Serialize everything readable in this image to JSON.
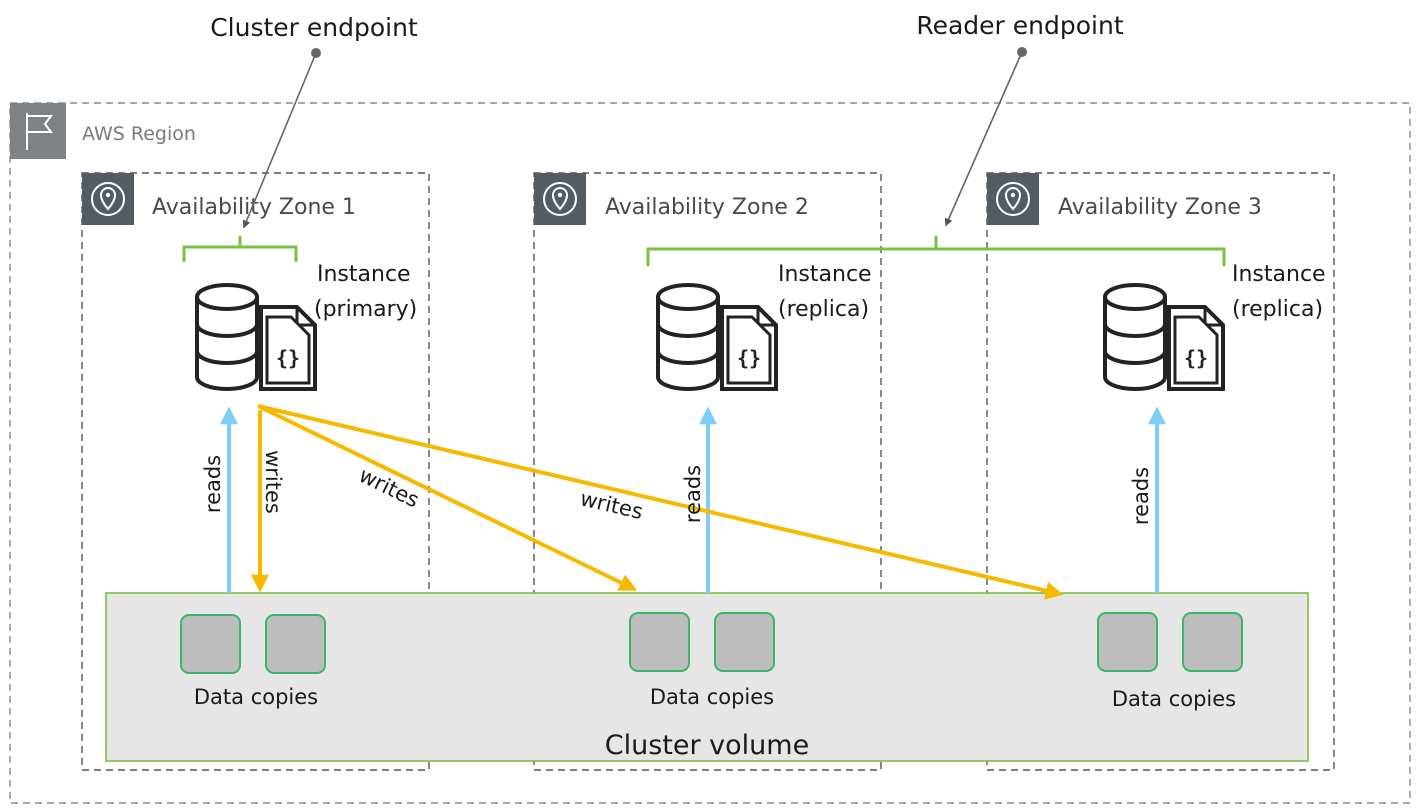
{
  "endpoints": {
    "cluster": "Cluster endpoint",
    "reader": "Reader endpoint"
  },
  "region": {
    "label": "AWS Region",
    "icon": "flag-icon"
  },
  "zones": [
    {
      "label": "Availability Zone 1",
      "icon": "location-pin-icon"
    },
    {
      "label": "Availability Zone 2",
      "icon": "location-pin-icon"
    },
    {
      "label": "Availability Zone 3",
      "icon": "location-pin-icon"
    }
  ],
  "instances": [
    {
      "line1": "Instance",
      "line2": "(primary)",
      "icon": "database-icon"
    },
    {
      "line1": "Instance",
      "line2": "(replica)",
      "icon": "database-icon"
    },
    {
      "line1": "Instance",
      "line2": "(replica)",
      "icon": "database-icon"
    }
  ],
  "flows": {
    "reads": "reads",
    "writes": "writes"
  },
  "volume": {
    "label": "Cluster volume",
    "copies_label": "Data copies"
  },
  "colors": {
    "reads": "#7dcdf5",
    "writes": "#f7b900",
    "bracket": "#7ac043",
    "volume_fill": "#e6e6e6",
    "volume_border": "#7ac043",
    "chip_fill": "#bdbdbd",
    "chip_border": "#3cb56a",
    "icon_tile": "#545b64"
  }
}
